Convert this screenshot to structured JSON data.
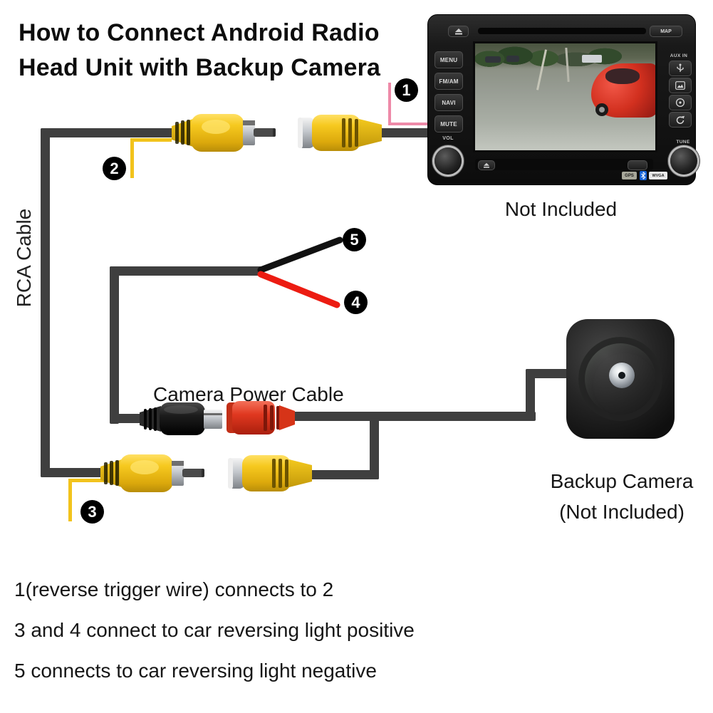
{
  "title": {
    "line1": "How to Connect Android Radio",
    "line2": "Head Unit with Backup Camera"
  },
  "diagram": {
    "rca_cable_label": "RCA Cable",
    "camera_power_cable_label": "Camera Power Cable",
    "badges": {
      "b1": "1",
      "b2": "2",
      "b3": "3",
      "b4": "4",
      "b5": "5"
    }
  },
  "head_unit": {
    "caption": "Not Included",
    "buttons_left": [
      {
        "label": "MENU"
      },
      {
        "label": "FM/AM"
      },
      {
        "label": "NAVI"
      },
      {
        "label": "MUTE"
      }
    ],
    "vol_label": "VOL",
    "tune_label": "TUNE",
    "aux_in_label": "AUX IN",
    "map_label": "MAP",
    "gps_badge": "GPS",
    "wvga_badge": "WVGA"
  },
  "camera": {
    "caption_line1": "Backup Camera",
    "caption_line2": "(Not Included)"
  },
  "notes": [
    {
      "text": "1(reverse trigger wire) connects to 2"
    },
    {
      "text": "3 and 4 connect to car reversing light positive"
    },
    {
      "text": "5 connects to car reversing light negative"
    }
  ],
  "colors": {
    "cable_gray": "#3f3f3f",
    "rca_yellow": "#f5c71f",
    "power_red": "#e03820",
    "wire_red": "#ec1c12",
    "wire_black": "#111111",
    "trigger_yellow": "#f2c31c",
    "reverse_trigger_pink": "#ee8aa8",
    "badge_black": "#000000"
  }
}
